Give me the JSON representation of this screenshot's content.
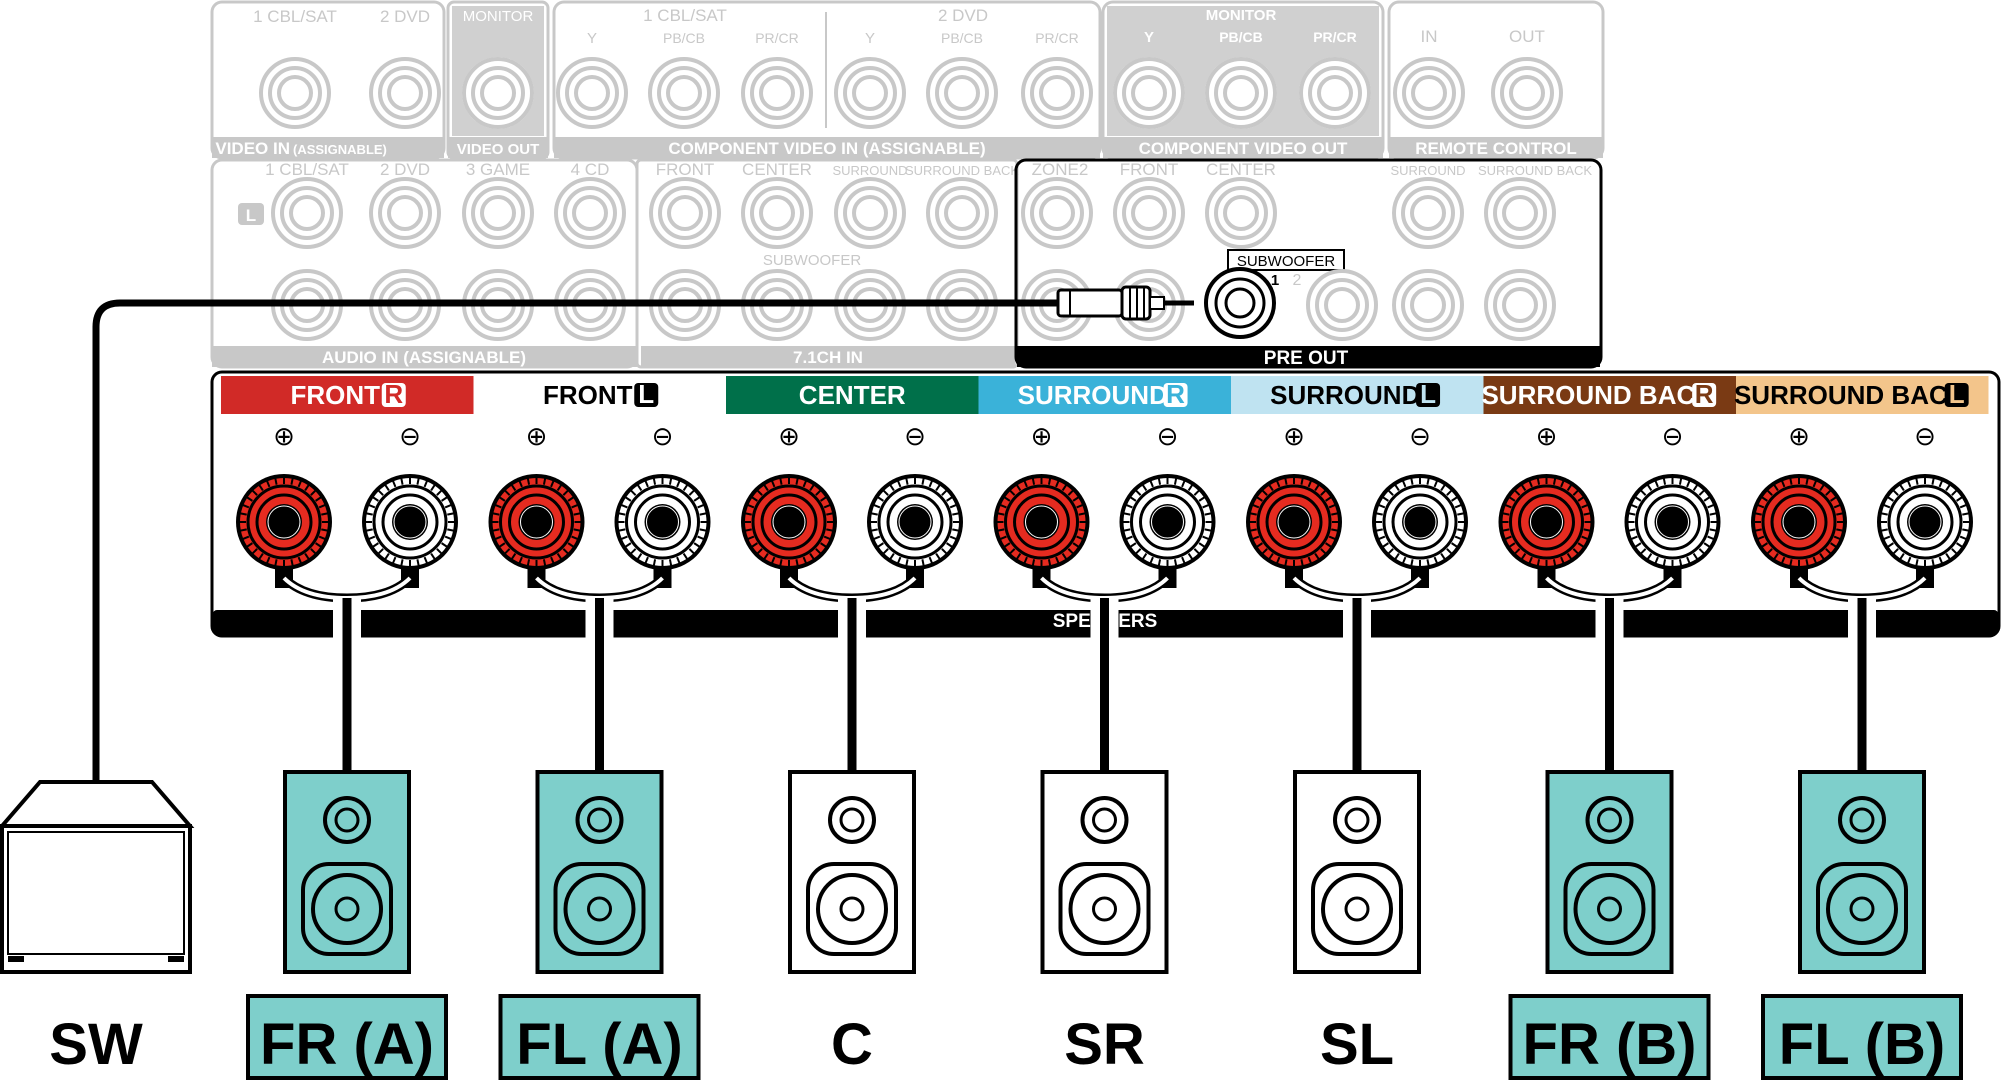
{
  "colors": {
    "front_r": "#d12a27",
    "center": "#00704a",
    "surround_r": "#3ab2d9",
    "surround_l": "#bfe3f1",
    "surround_back_r": "#7a3a14",
    "surround_back_l": "#f3c58b",
    "speaker_teal": "#7ecfcb",
    "ghost": "#c8c8c8"
  },
  "top_panel": {
    "video_in": {
      "inputs": [
        "1 CBL/SAT",
        "2 DVD"
      ],
      "monitor": "MONITOR",
      "section_label": "VIDEO IN",
      "section_sub": "(ASSIGNABLE)",
      "video_out": "VIDEO OUT"
    },
    "component_in": {
      "groups": [
        "1 CBL/SAT",
        "2 DVD"
      ],
      "channels": [
        "Y",
        "PB/CB",
        "PR/CR",
        "Y",
        "PB/CB",
        "PR/CR"
      ],
      "section_label": "COMPONENT VIDEO IN (ASSIGNABLE)"
    },
    "component_out": {
      "monitor": "MONITOR",
      "channels": [
        "Y",
        "PB/CB",
        "PR/CR"
      ],
      "section_label": "COMPONENT VIDEO OUT"
    },
    "remote": {
      "in": "IN",
      "out": "OUT",
      "section_label": "REMOTE CONTROL"
    }
  },
  "audio_panel": {
    "inputs": [
      "1 CBL/SAT",
      "2 DVD",
      "3 GAME",
      "4 CD"
    ],
    "l_badge": "L",
    "section_label": "AUDIO IN (ASSIGNABLE)",
    "in71_labels": [
      "FRONT",
      "CENTER",
      "SURROUND",
      "SURROUND BACK"
    ],
    "in71_subwoofer": "SUBWOOFER",
    "in71_section": "7.1CH IN",
    "zone2": "ZONE2"
  },
  "pre_out": {
    "labels": [
      "FRONT",
      "CENTER",
      "SURROUND",
      "SURROUND BACK"
    ],
    "subwoofer_label": "SUBWOOFER",
    "sub1": "1",
    "sub2": "2",
    "section_label": "PRE OUT"
  },
  "speaker_headers": [
    {
      "label": "FRONT",
      "badge": "R"
    },
    {
      "label": "FRONT",
      "badge": "L"
    },
    {
      "label": "CENTER",
      "badge": ""
    },
    {
      "label": "SURROUND",
      "badge": "R"
    },
    {
      "label": "SURROUND",
      "badge": "L"
    },
    {
      "label": "SURROUND BACK",
      "badge": "R"
    },
    {
      "label": "SURROUND BACK",
      "badge": "L"
    }
  ],
  "polarity": {
    "plus": "⊕",
    "minus": "⊖"
  },
  "speakers_label": "SPEAKERS",
  "devices": [
    {
      "label": "SW",
      "icon": "subwoofer-icon",
      "highlighted": false
    },
    {
      "label": "FR (A)",
      "icon": "speaker-icon",
      "highlighted": true
    },
    {
      "label": "FL (A)",
      "icon": "speaker-icon",
      "highlighted": true
    },
    {
      "label": "C",
      "icon": "speaker-icon",
      "highlighted": false
    },
    {
      "label": "SR",
      "icon": "speaker-icon",
      "highlighted": false
    },
    {
      "label": "SL",
      "icon": "speaker-icon",
      "highlighted": false
    },
    {
      "label": "FR (B)",
      "icon": "speaker-icon",
      "highlighted": true
    },
    {
      "label": "FL (B)",
      "icon": "speaker-icon",
      "highlighted": true
    }
  ]
}
